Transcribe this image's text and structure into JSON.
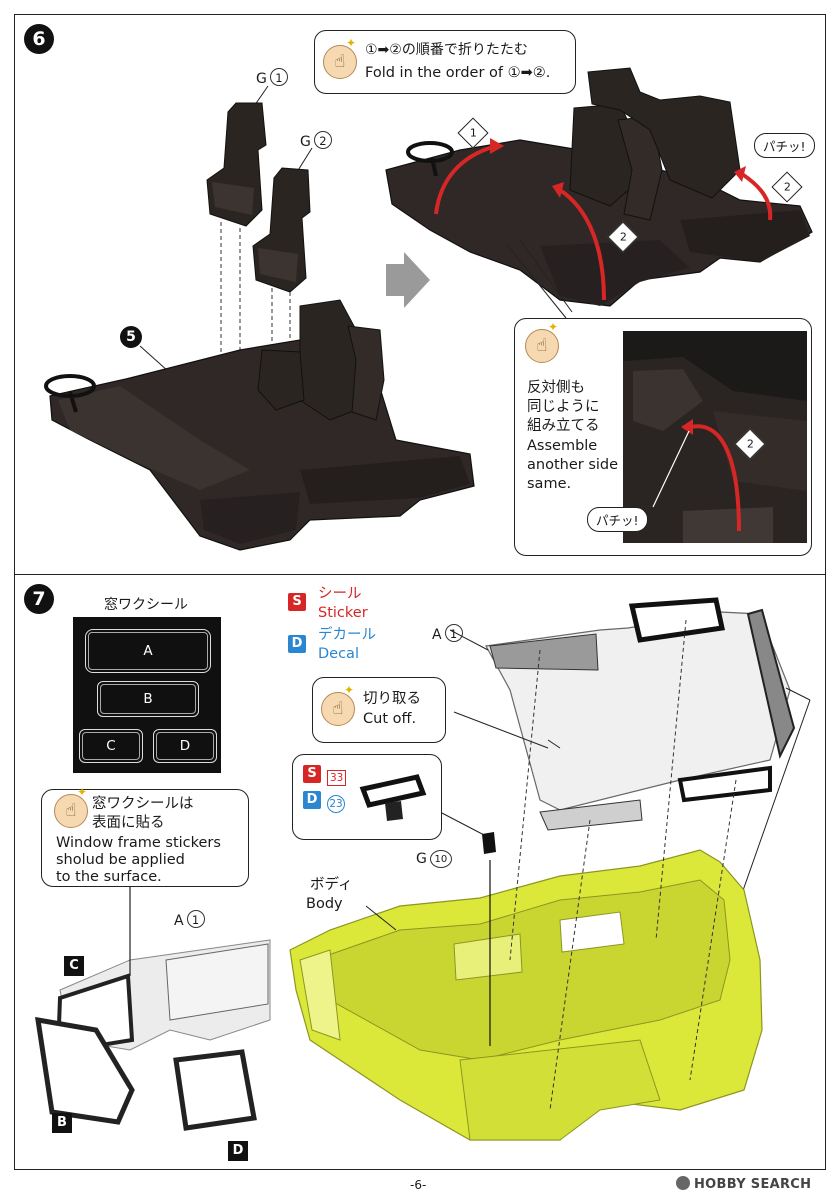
{
  "step6": {
    "number": "6",
    "fold_callout": {
      "jp": "①➡②の順番で折りたたむ",
      "en": "Fold in the order of ①➡②."
    },
    "part_g1": {
      "letter": "G",
      "num": "1"
    },
    "part_g2": {
      "letter": "G",
      "num": "2"
    },
    "ref_step": "5",
    "fold1_mark": "1",
    "fold2_mark": "2",
    "snap": "パチッ!",
    "other_side_callout": {
      "jp1": "反対側も",
      "jp2": "同じように",
      "jp3": "組み立てる",
      "en1": "Assemble",
      "en2": "another side",
      "en3": "same."
    }
  },
  "step7": {
    "number": "7",
    "sheet_title": "窓ワクシール",
    "windows": [
      "A",
      "B",
      "C",
      "D"
    ],
    "legend": {
      "sticker_letter": "S",
      "sticker_jp": "シール",
      "sticker_en": "Sticker",
      "decal_letter": "D",
      "decal_jp": "デカール",
      "decal_en": "Decal"
    },
    "cut_callout": {
      "jp": "切り取る",
      "en": "Cut off."
    },
    "mirror_callout": {
      "s_num": "33",
      "d_num": "23"
    },
    "window_callout": {
      "jp1": "窓ワクシールは",
      "jp2": "表面に貼る",
      "en1": "Window frame stickers",
      "en2": "sholud be applied",
      "en3": "to the surface."
    },
    "part_a1": {
      "letter": "A",
      "num": "1"
    },
    "part_g10": {
      "letter": "G",
      "num": "10"
    },
    "body_label": {
      "jp": "ボディ",
      "en": "Body"
    },
    "diagram_letters": [
      "C",
      "B",
      "D"
    ]
  },
  "footer": {
    "page": "-6-",
    "watermark": "HOBBY SEARCH"
  },
  "colors": {
    "body_yellow": "#dbe83a",
    "arrow_red": "#d72626",
    "sticker_red": "#d72626",
    "decal_blue": "#2a86d1"
  }
}
